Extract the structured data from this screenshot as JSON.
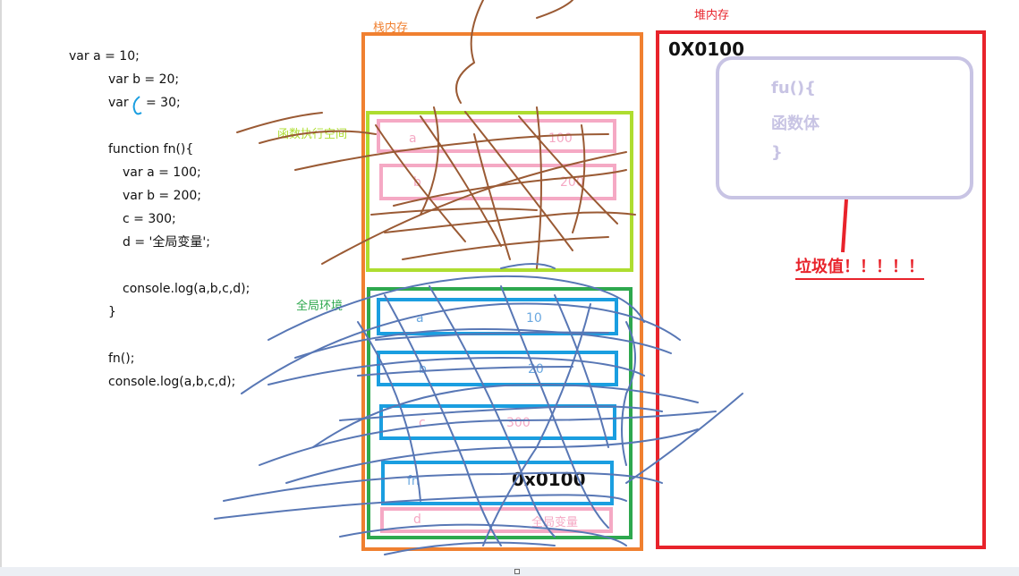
{
  "code": {
    "lines": [
      "var a = 10;",
      "var b = 20;",
      "var ",
      "= 30;",
      "function fn(){",
      "var a = 100;",
      "var b = 200;",
      "c = 300;",
      "d = '全局变量';",
      "console.log(a,b,c,d);",
      "}",
      "fn();",
      "console.log(a,b,c,d);"
    ]
  },
  "stack": {
    "title": "栈内存",
    "func_space": {
      "title": "函数执行空间",
      "cells": [
        {
          "name": "a",
          "value": "100"
        },
        {
          "name": "b",
          "value": "200"
        }
      ]
    },
    "global_env": {
      "title": "全局环境",
      "cells": [
        {
          "name": "a",
          "value": "10"
        },
        {
          "name": "b",
          "value": "20"
        },
        {
          "name": "c",
          "value": "300"
        },
        {
          "name": "fn",
          "value": "0x0100"
        },
        {
          "name": "d",
          "value": "全局变量"
        }
      ]
    }
  },
  "heap": {
    "title": "堆内存",
    "address": "0X0100",
    "func_lines": [
      "fu(){",
      "函数体",
      "}"
    ],
    "garbage_label": "垃圾值！！！！！"
  },
  "colors": {
    "stack_border": "#f08030",
    "func_space_border": "#aedd30",
    "global_border": "#2ea84e",
    "heap_border": "#e8232b",
    "pink_cell": "#f5a9c4",
    "blue_cell": "#1a9ee0",
    "func_box_border": "#c8c4e4",
    "scribble_brown": "#9a5a34",
    "scribble_blue": "#5877b5"
  }
}
